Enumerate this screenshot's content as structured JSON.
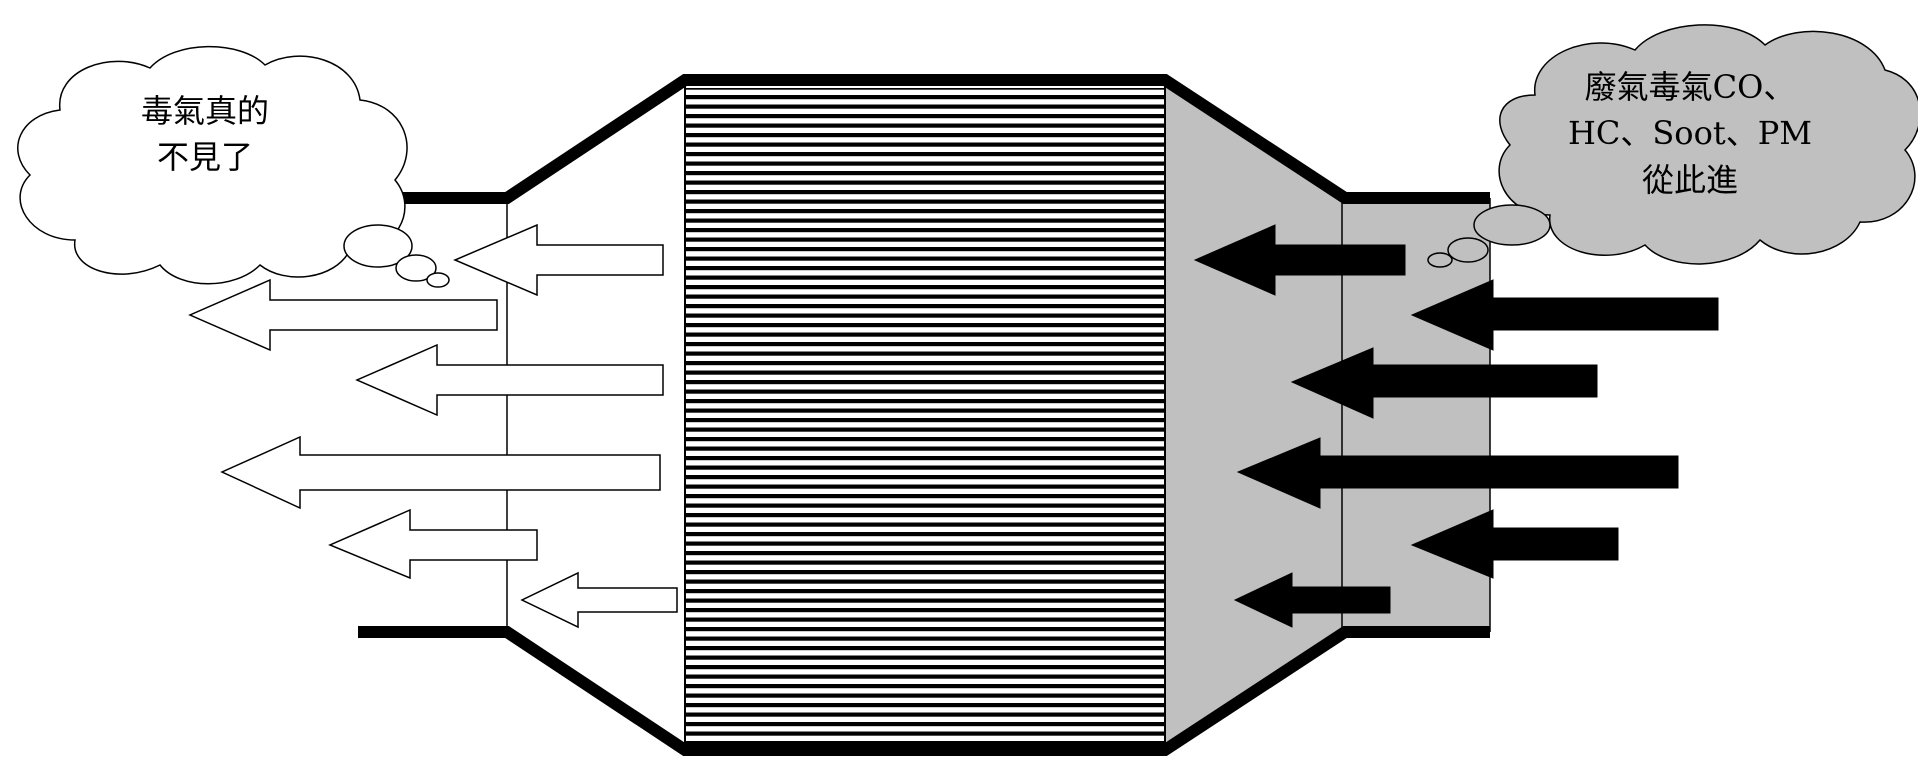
{
  "colors": {
    "outline": "#000000",
    "inlet_fill": "#c0c0c0",
    "cloud_left_fill": "#ffffff",
    "cloud_right_fill": "#c0c0c0",
    "clean_arrow_fill": "#ffffff",
    "dirty_arrow_fill": "#000000"
  },
  "left_cloud": {
    "line1": "毒氣真的",
    "line2": "不見了"
  },
  "right_cloud": {
    "line1": "廢氣毒氣CO、",
    "line2": "HC、Soot、PM",
    "line3": "從此進"
  },
  "icons": {
    "clean_arrow": "outline-left-arrow-icon",
    "dirty_arrow": "solid-left-arrow-icon",
    "thought_cloud": "thought-cloud-icon"
  }
}
